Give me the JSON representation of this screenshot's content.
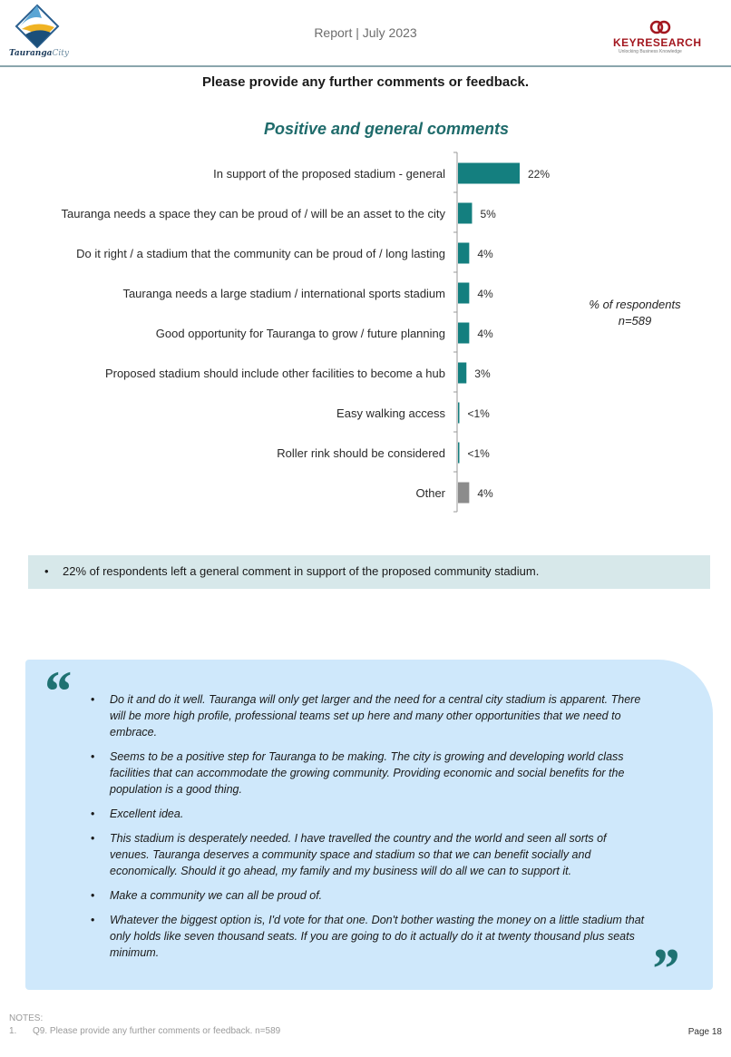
{
  "header": {
    "logo_left_brand": "Tauranga",
    "logo_left_city": "City",
    "report_title": "Report | July 2023",
    "logo_right_name": "KEYRESEARCH",
    "logo_right_tagline": "Unlocking Business Knowledge"
  },
  "question": "Please provide any further comments or feedback.",
  "chart_data": {
    "type": "bar",
    "orientation": "horizontal",
    "title": "Positive and general comments",
    "categories": [
      "In support of the proposed stadium - general",
      "Tauranga needs a space they can be proud of / will be an asset to the city",
      "Do it right / a stadium that the community can be proud of / long lasting",
      "Tauranga needs a large stadium / international sports stadium",
      "Good opportunity for Tauranga to grow / future planning",
      "Proposed stadium should include other facilities to become a hub",
      "Easy walking access",
      "Roller rink should be considered",
      "Other"
    ],
    "values": [
      22,
      5,
      4,
      4,
      4,
      3,
      0.3,
      0.3,
      4
    ],
    "labels": [
      "22%",
      "5%",
      "4%",
      "4%",
      "4%",
      "3%",
      "<1%",
      "<1%",
      "4%"
    ],
    "colors": [
      "#147f7f",
      "#147f7f",
      "#147f7f",
      "#147f7f",
      "#147f7f",
      "#147f7f",
      "#147f7f",
      "#147f7f",
      "#8c8c8c"
    ],
    "xlim": [
      0,
      22
    ],
    "grid": false,
    "unit": "% of respondents",
    "sample": "n=589"
  },
  "summary": {
    "bullet": "•",
    "text": "22% of respondents left a general comment in support of the proposed community stadium."
  },
  "quotes": {
    "open_mark": "“",
    "close_mark": "”",
    "bullet": "•",
    "items": [
      "Do it and do it well. Tauranga will only get larger and the need for a central city stadium is apparent. There will be more high profile, professional teams set up here and many other opportunities that we need to embrace.",
      "Seems to be a positive step for Tauranga to be making. The city is growing and developing world class facilities that can accommodate the growing community. Providing economic and social benefits for the population is a good thing.",
      "Excellent idea.",
      "This stadium is desperately needed. I have travelled the country and the world and seen all sorts of venues. Tauranga deserves a community space and stadium so that we can benefit socially and economically. Should it go ahead, my family and my business will do all we can to support it.",
      "Make a community we can all be proud of.",
      "Whatever the biggest option is, I'd vote for that one. Don't bother wasting the money on a little stadium that only holds like seven thousand seats. If you are going to do it actually do it at twenty thousand plus seats minimum."
    ]
  },
  "notes": {
    "heading": "NOTES:",
    "items": [
      {
        "num": "1.",
        "text": "Q9. Please provide any further comments or feedback. n=589"
      }
    ]
  },
  "page": "Page 18"
}
